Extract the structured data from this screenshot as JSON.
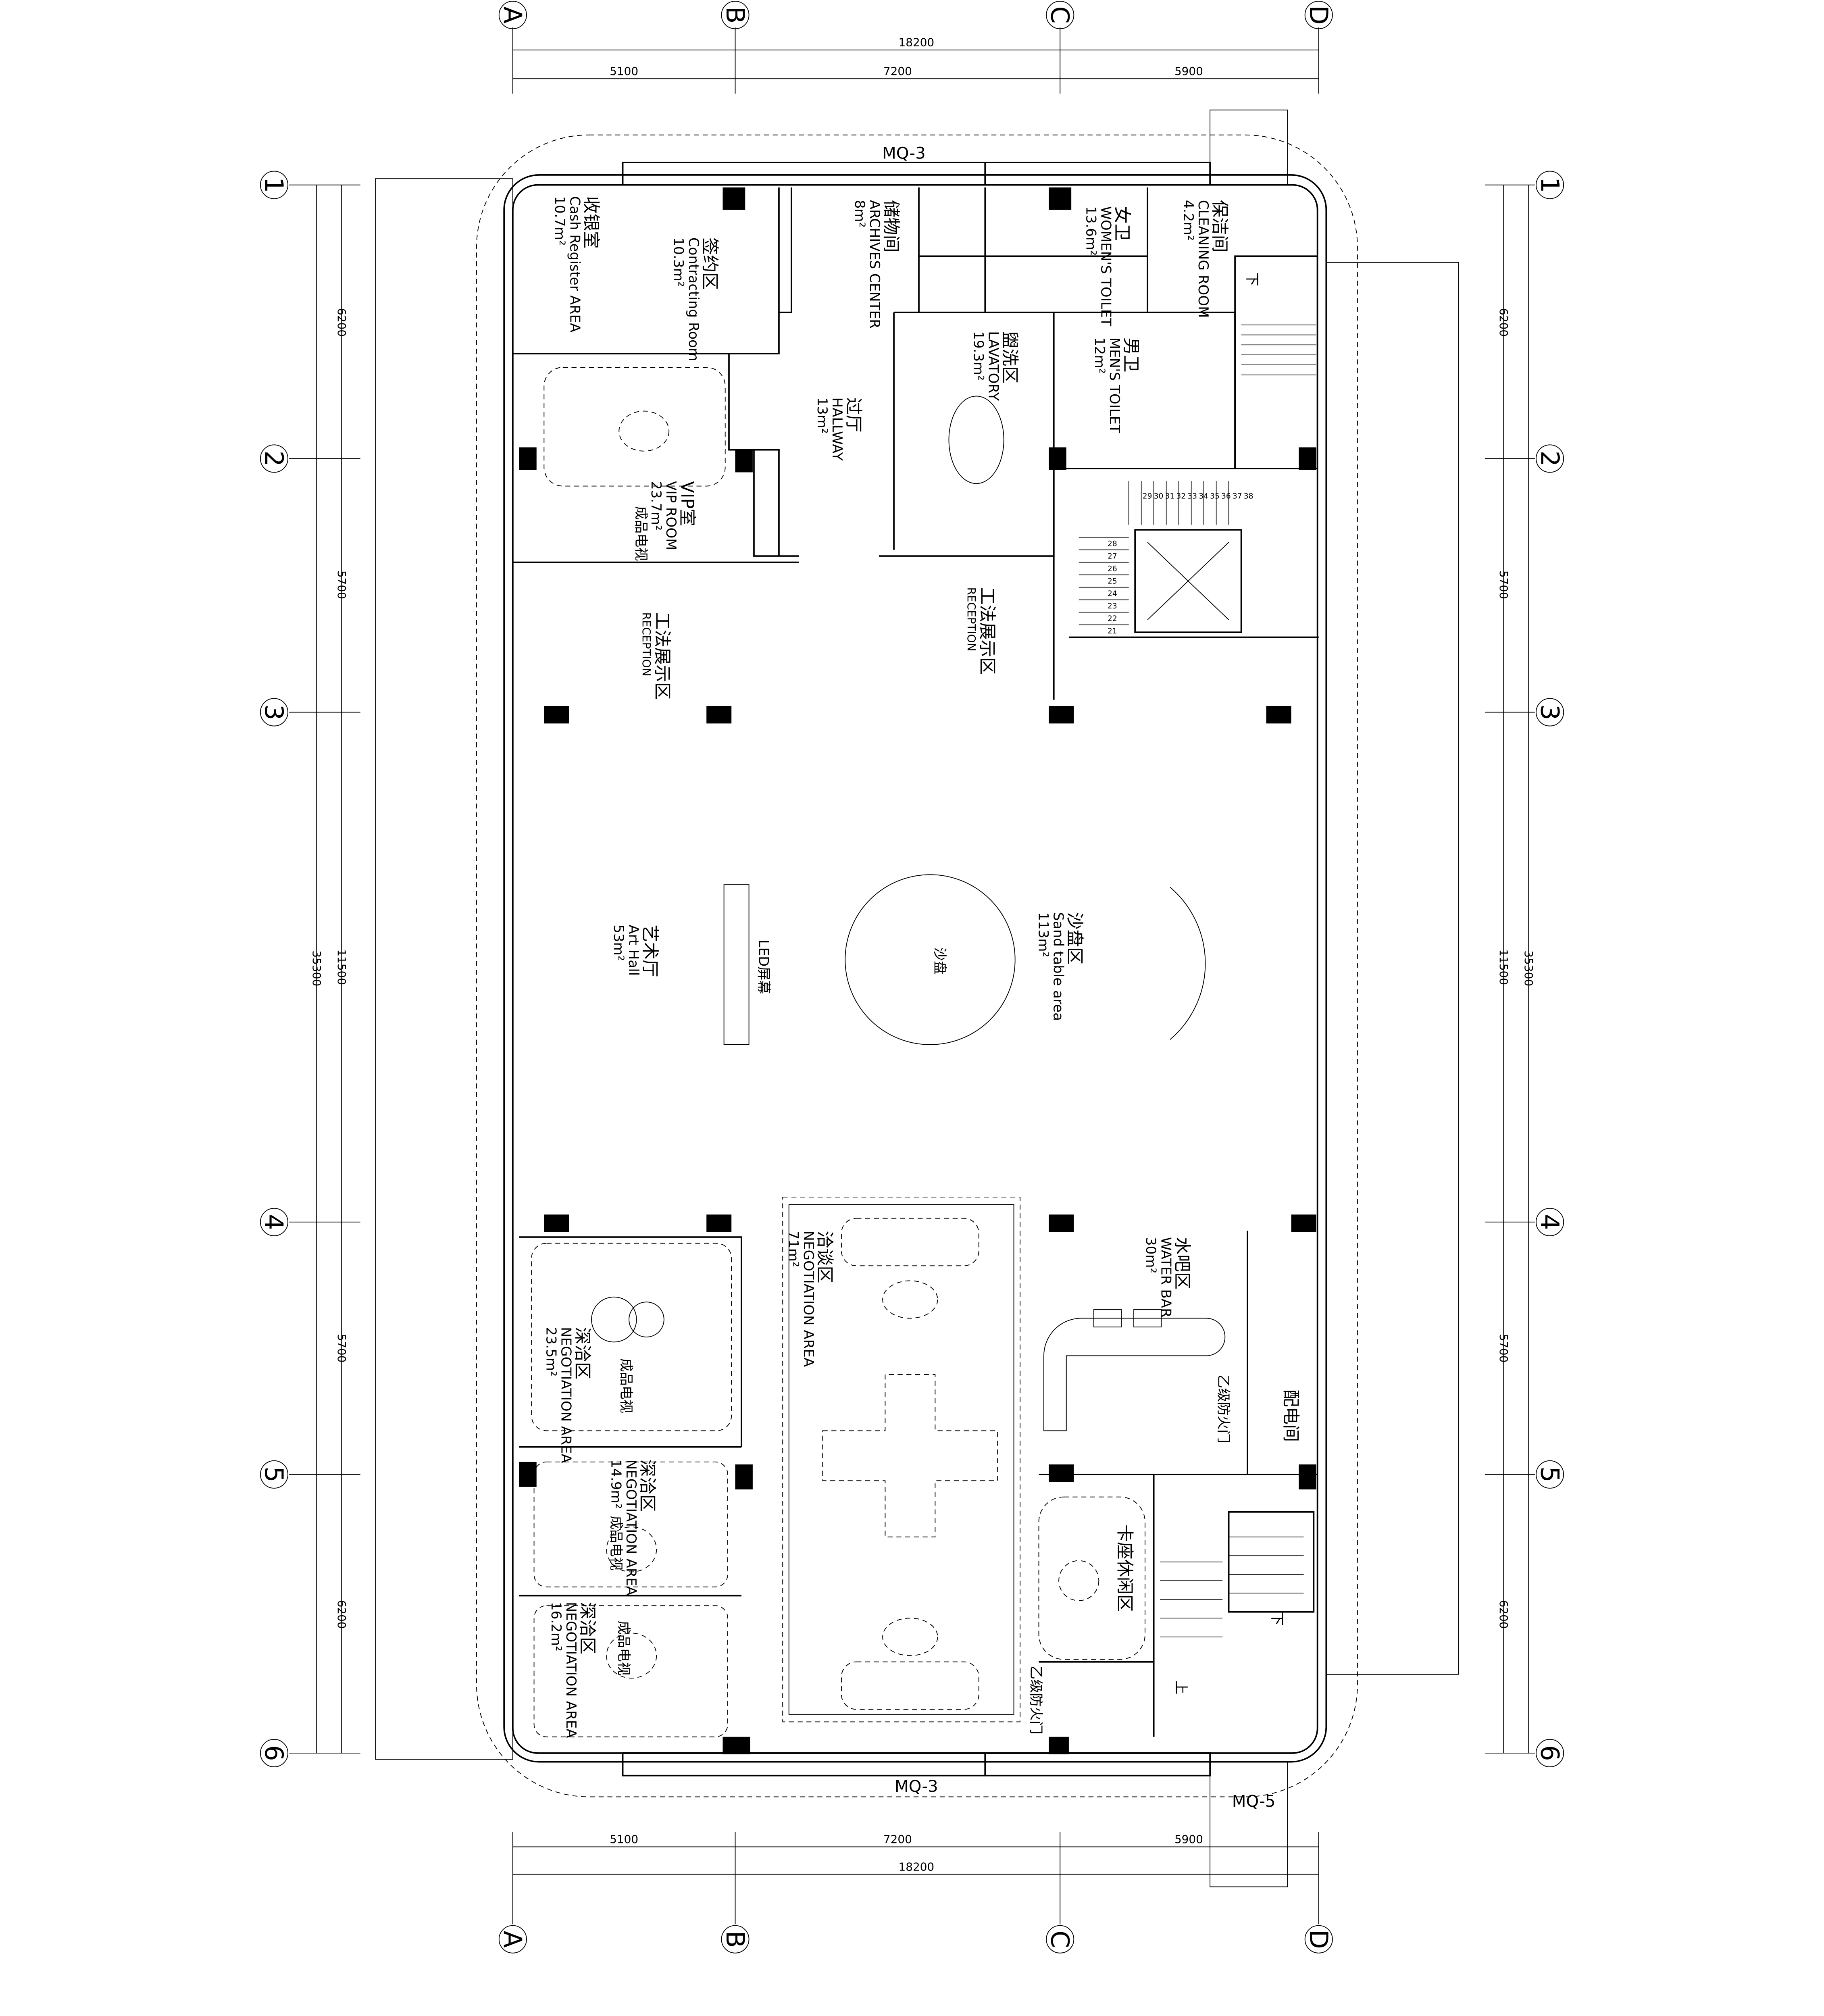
{
  "axes": {
    "columns": [
      "A",
      "B",
      "C",
      "D"
    ],
    "rows": [
      "1",
      "2",
      "3",
      "4",
      "5",
      "6"
    ]
  },
  "dimensions": {
    "horizontal_total": "18200",
    "horizontal_spans": [
      "5100",
      "7200",
      "5900"
    ],
    "vertical_total": "35300",
    "vertical_spans": [
      "6200",
      "5700",
      "11500",
      "5700",
      "6200"
    ]
  },
  "curtain_walls": {
    "top": "MQ-3",
    "bottom": "MQ-3",
    "corner": "MQ-5"
  },
  "rooms": [
    {
      "cn": "收银室",
      "en": "Cash Register AREA",
      "area": "10.7m²"
    },
    {
      "cn": "签约区",
      "en": "Contracting Room",
      "area": "10.3m²"
    },
    {
      "cn": "储物间",
      "en": "ARCHIVES CENTER",
      "area": "8m²"
    },
    {
      "cn": "女卫",
      "en": "WOMEN'S TOILET",
      "area": "13.6m²"
    },
    {
      "cn": "保洁间",
      "en": "CLEANING ROOM",
      "area": "4.2m²"
    },
    {
      "cn": "盥洗区",
      "en": "LAVATORY",
      "area": "19.3m²"
    },
    {
      "cn": "男卫",
      "en": "MEN'S TOILET",
      "area": "12m²"
    },
    {
      "cn": "过厅",
      "en": "HALLWAY",
      "area": "13m²"
    },
    {
      "cn": "VIP室",
      "en": "VIP ROOM",
      "area": "23.7m²"
    },
    {
      "cn": "艺术厅",
      "en": "Art Hall",
      "area": "53m²"
    },
    {
      "cn": "沙盘区",
      "en": "Sand table area",
      "area": "113m²"
    },
    {
      "cn": "洽谈区",
      "en": "NEGOTIATION AREA",
      "area": "71m²"
    },
    {
      "cn": "水吧区",
      "en": "WATER BAR",
      "area": "30m²"
    },
    {
      "cn": "深洽区",
      "en": "NEGOTIATION AREA",
      "area": "23.5m²"
    },
    {
      "cn": "深洽区",
      "en": "NEGOTIATION AREA",
      "area": "14.9m²"
    },
    {
      "cn": "深洽区",
      "en": "NEGOTIATION AREA",
      "area": "16.2m²"
    }
  ],
  "annotations": {
    "tv": "成品电视",
    "reception_cn": "工法展示区",
    "reception_en": "RECEPTION",
    "led": "LED屏幕",
    "sand_table": "沙盘",
    "lounge": "卡座休闲区",
    "fire_door": "乙级防火门",
    "power_room": "配电间",
    "down": "下",
    "up": "上"
  },
  "stair_steps_top": [
    "29",
    "30",
    "31",
    "32",
    "33",
    "34",
    "35",
    "36",
    "37",
    "38"
  ],
  "stair_steps_side": [
    "28",
    "27",
    "26",
    "25",
    "24",
    "23",
    "22",
    "21"
  ]
}
